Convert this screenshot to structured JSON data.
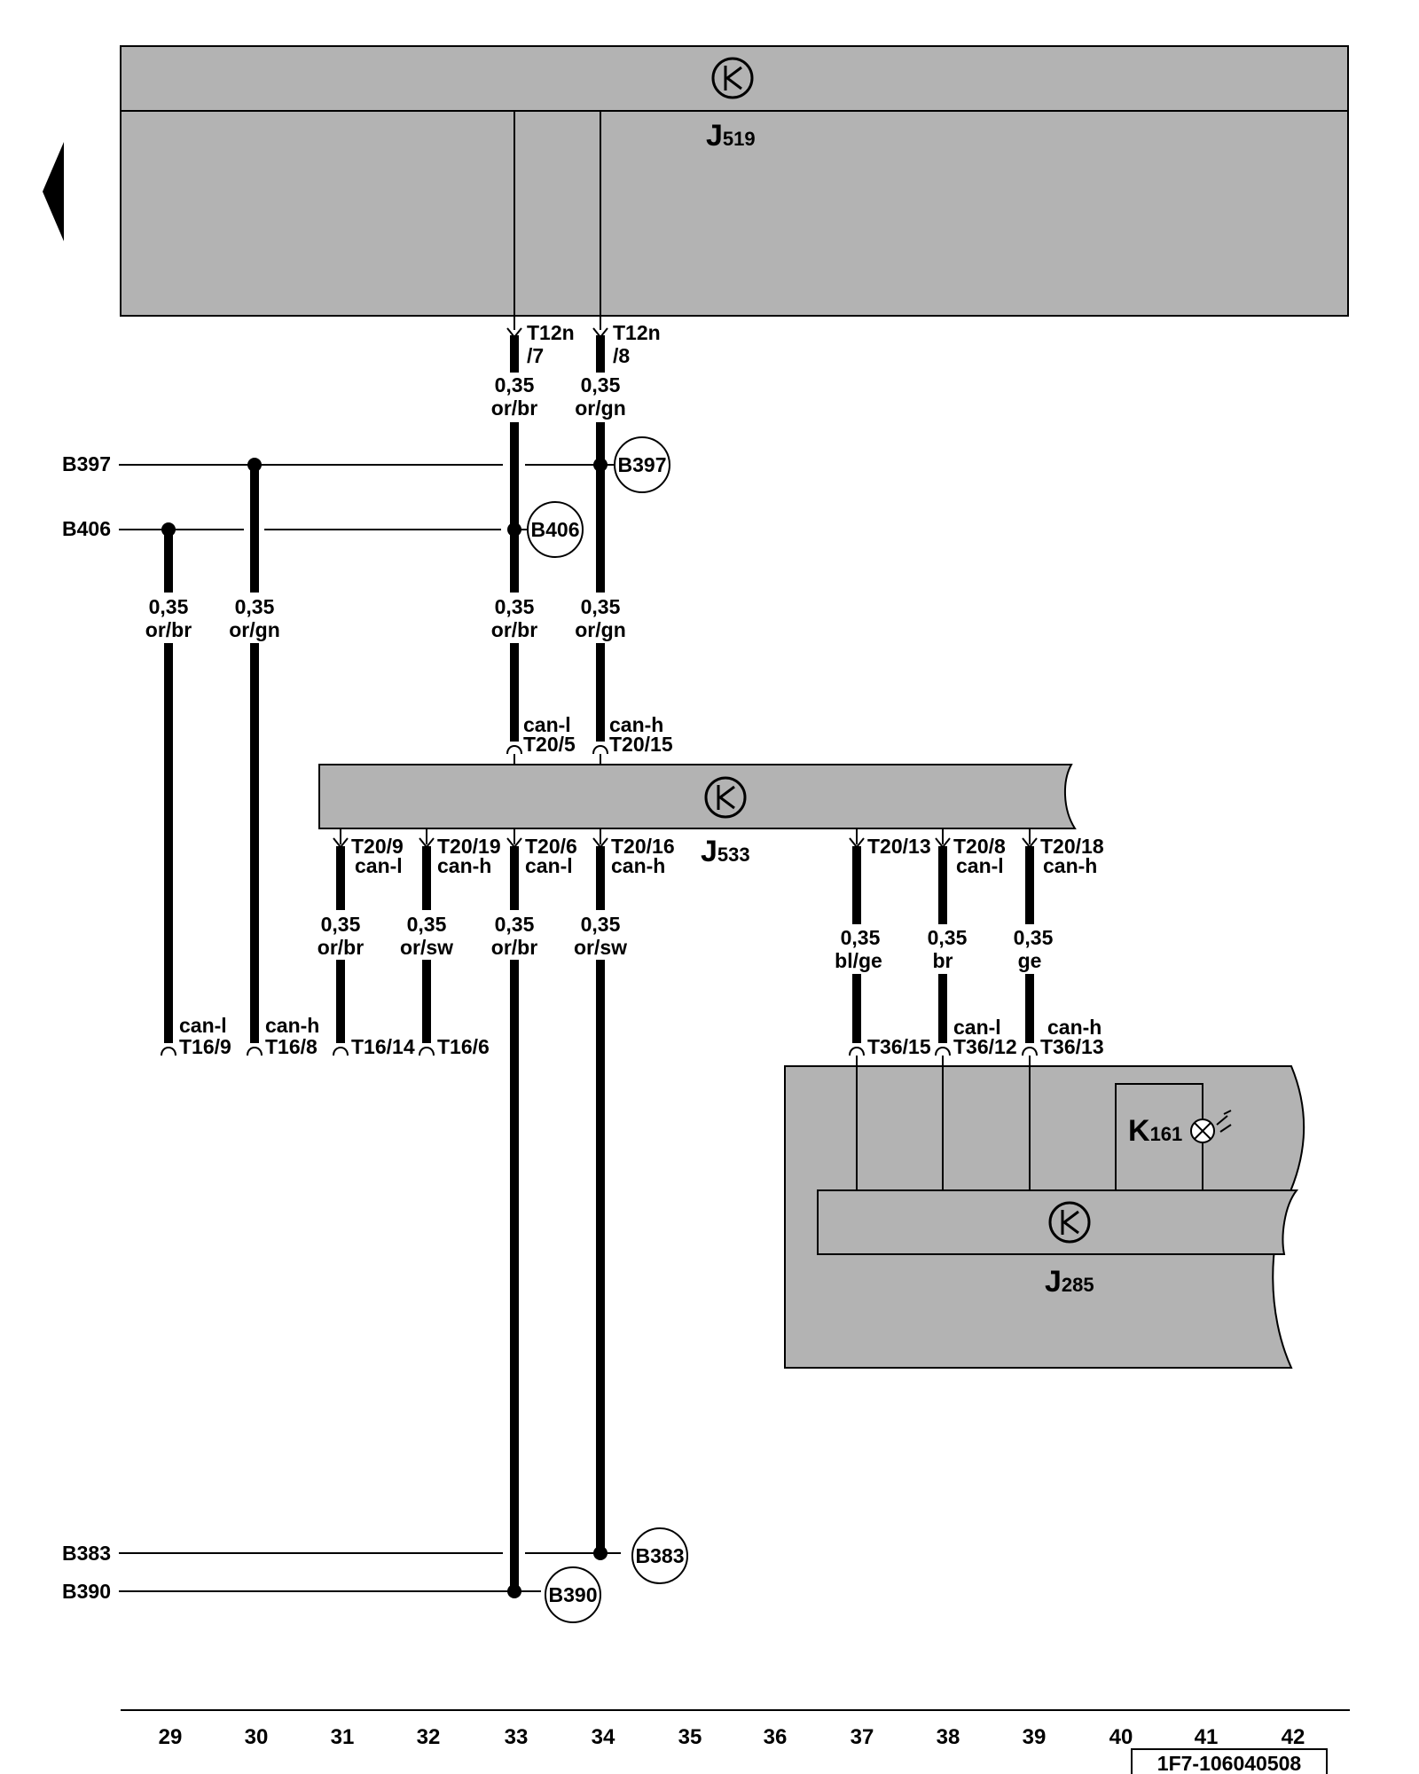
{
  "components": {
    "j519": {
      "label": "J",
      "sub": "519"
    },
    "j533": {
      "label": "J",
      "sub": "533"
    },
    "j285": {
      "label": "J",
      "sub": "285"
    },
    "k161": {
      "label": "K",
      "sub": "161"
    }
  },
  "pins": {
    "t12n7": [
      "T12n",
      "/7"
    ],
    "t12n8": [
      "T12n",
      "/8"
    ],
    "t20_5": [
      "can-l",
      "T20/5"
    ],
    "t20_15": [
      "can-h",
      "T20/15"
    ],
    "t20_9": [
      "T20/9",
      "can-l"
    ],
    "t20_19": [
      "T20/19",
      "can-h"
    ],
    "t20_6": [
      "T20/6",
      "can-l"
    ],
    "t20_16": [
      "T20/16",
      "can-h"
    ],
    "t20_13": [
      "T20/13"
    ],
    "t20_8": [
      "T20/8",
      "can-l"
    ],
    "t20_18": [
      "T20/18",
      "can-h"
    ],
    "t16_9": [
      "can-l",
      "T16/9"
    ],
    "t16_8": [
      "can-h",
      "T16/8"
    ],
    "t16_14": [
      "T16/14"
    ],
    "t16_6": [
      "T16/6"
    ],
    "t36_15": [
      "T36/15"
    ],
    "t36_12": [
      "can-l",
      "T36/12"
    ],
    "t36_13": [
      "can-h",
      "T36/13"
    ]
  },
  "wires": {
    "w33a": [
      "0,35",
      "or/br"
    ],
    "w34a": [
      "0,35",
      "or/gn"
    ],
    "w29": [
      "0,35",
      "or/br"
    ],
    "w30": [
      "0,35",
      "or/gn"
    ],
    "w33b": [
      "0,35",
      "or/br"
    ],
    "w34b": [
      "0,35",
      "or/gn"
    ],
    "w31": [
      "0,35",
      "or/br"
    ],
    "w32": [
      "0,35",
      "or/sw"
    ],
    "w33c": [
      "0,35",
      "or/br"
    ],
    "w34c": [
      "0,35",
      "or/sw"
    ],
    "w37": [
      "0,35",
      "bl/ge"
    ],
    "w38": [
      "0,35",
      "br"
    ],
    "w39": [
      "0,35",
      "ge"
    ]
  },
  "connections": {
    "b397_left": "B397",
    "b406_left": "B406",
    "b383_left": "B383",
    "b390_left": "B390",
    "b397_circle": "B397",
    "b406_circle": "B406",
    "b383_circle": "B383",
    "b390_circle": "B390"
  },
  "grid_numbers": [
    "29",
    "30",
    "31",
    "32",
    "33",
    "34",
    "35",
    "36",
    "37",
    "38",
    "39",
    "40",
    "41",
    "42"
  ],
  "figure_code": "1F7-106040508"
}
